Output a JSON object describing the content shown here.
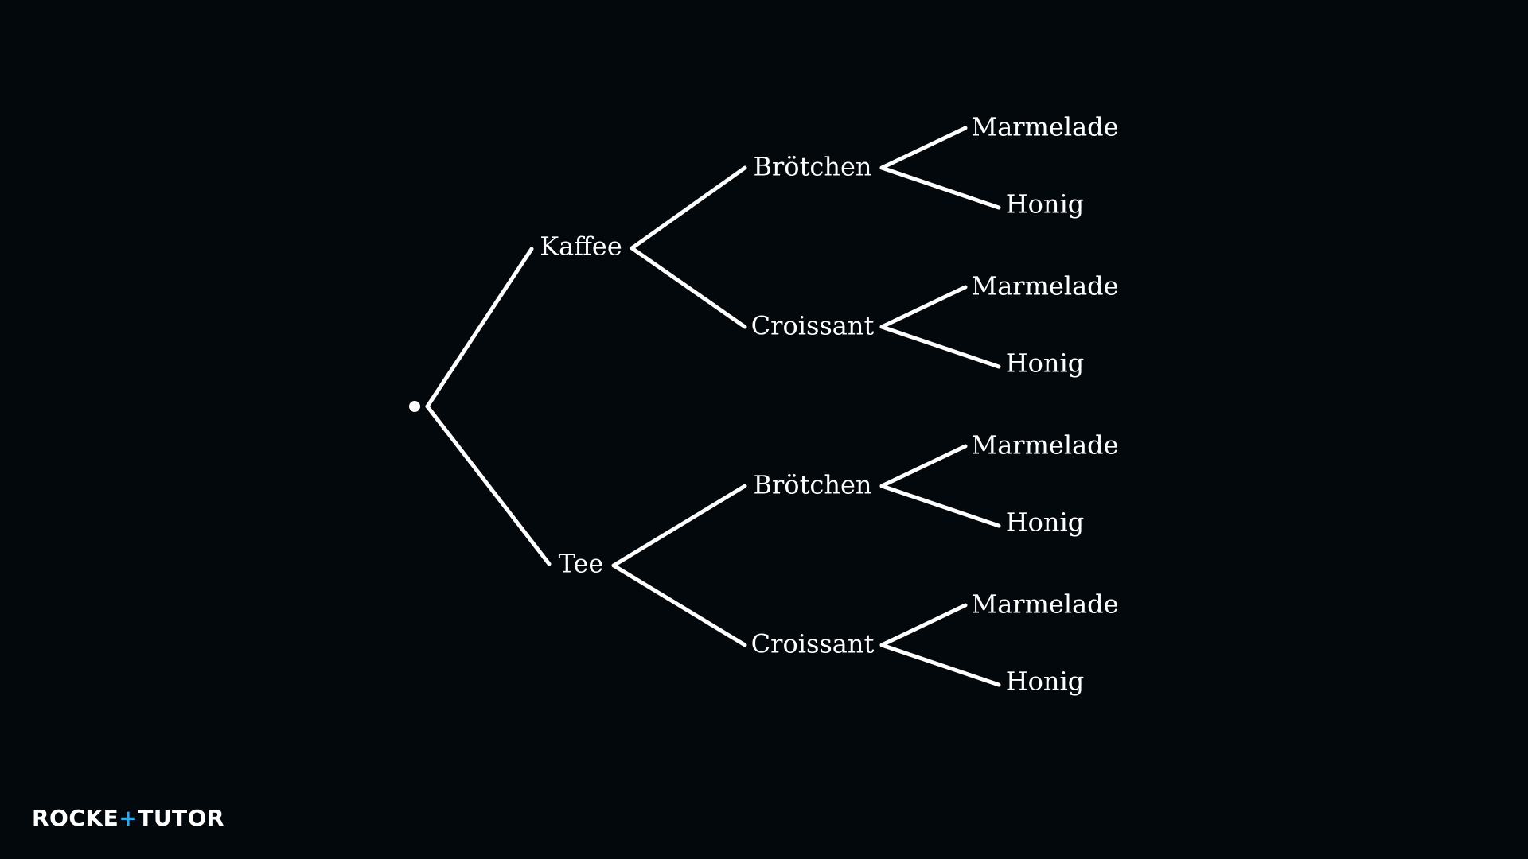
{
  "colors": {
    "background": "#03080d",
    "foreground": "#ffffff",
    "accent": "#39a7e6"
  },
  "tree": {
    "root": {
      "id": "root",
      "label": ""
    },
    "level1": [
      {
        "id": "kaffee",
        "label": "Kaffee"
      },
      {
        "id": "tee",
        "label": "Tee"
      }
    ],
    "level2": [
      {
        "id": "kaffee-broetchen",
        "parent": "kaffee",
        "label": "Brötchen"
      },
      {
        "id": "kaffee-croissant",
        "parent": "kaffee",
        "label": "Croissant"
      },
      {
        "id": "tee-broetchen",
        "parent": "tee",
        "label": "Brötchen"
      },
      {
        "id": "tee-croissant",
        "parent": "tee",
        "label": "Croissant"
      }
    ],
    "level3": [
      {
        "id": "kb-marmelade",
        "parent": "kaffee-broetchen",
        "label": "Marmelade"
      },
      {
        "id": "kb-honig",
        "parent": "kaffee-broetchen",
        "label": "Honig"
      },
      {
        "id": "kc-marmelade",
        "parent": "kaffee-croissant",
        "label": "Marmelade"
      },
      {
        "id": "kc-honig",
        "parent": "kaffee-croissant",
        "label": "Honig"
      },
      {
        "id": "tb-marmelade",
        "parent": "tee-broetchen",
        "label": "Marmelade"
      },
      {
        "id": "tb-honig",
        "parent": "tee-broetchen",
        "label": "Honig"
      },
      {
        "id": "tc-marmelade",
        "parent": "tee-croissant",
        "label": "Marmelade"
      },
      {
        "id": "tc-honig",
        "parent": "tee-croissant",
        "label": "Honig"
      }
    ]
  },
  "logo": {
    "part1": "ROCKE",
    "part2": "+",
    "part3": "TUTO",
    "part4": "R",
    "icon": "rocket-tutor-logo"
  }
}
